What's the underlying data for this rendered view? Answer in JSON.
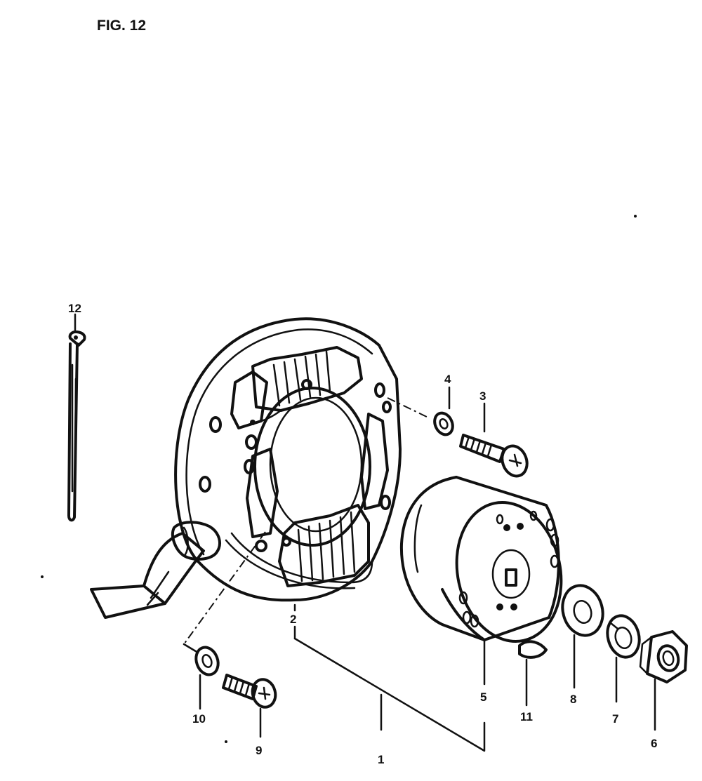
{
  "figure": {
    "title": "FIG. 12"
  },
  "callouts": {
    "c1": "1",
    "c2": "2",
    "c3": "3",
    "c4": "4",
    "c5": "5",
    "c6": "6",
    "c7": "7",
    "c8": "8",
    "c9": "9",
    "c10": "10",
    "c11": "11",
    "c12": "12"
  },
  "colors": {
    "ink": "#111111",
    "paper": "#ffffff"
  }
}
